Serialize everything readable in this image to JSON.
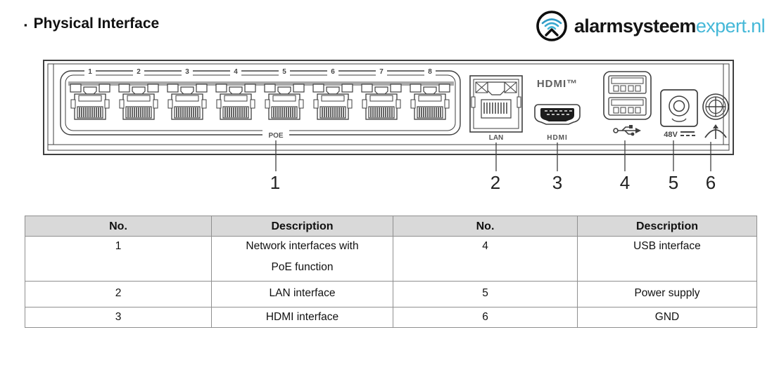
{
  "page": {
    "bullet": "▪",
    "title": "Physical Interface"
  },
  "logo": {
    "brand_bold": "alarmsysteem",
    "brand_light": "expert.nl",
    "accent_color": "#45b8d8",
    "icon": "wifi-waves-circle"
  },
  "diagram": {
    "port_numbers": [
      "1",
      "2",
      "3",
      "4",
      "5",
      "6",
      "7",
      "8"
    ],
    "poe_label": "POE",
    "lan_label": "LAN",
    "hdmi_logo": "HDMI™",
    "hdmi_label": "HDMI",
    "power_label": "48V",
    "icons": {
      "usb": "usb-trident-icon",
      "power": "dc-voltage-icon",
      "ground": "chassis-ground-icon"
    },
    "callouts": [
      "1",
      "2",
      "3",
      "4",
      "5",
      "6"
    ]
  },
  "table": {
    "headers": [
      "No.",
      "Description",
      "No.",
      "Description"
    ],
    "rows": [
      {
        "no_left": "1",
        "desc_left_line1": "Network interfaces with",
        "desc_left_line2": "PoE function",
        "no_right": "4",
        "desc_right": "USB interface"
      },
      {
        "no_left": "2",
        "desc_left": "LAN interface",
        "no_right": "5",
        "desc_right": "Power supply"
      },
      {
        "no_left": "3",
        "desc_left": "HDMI interface",
        "no_right": "6",
        "desc_right": "GND"
      }
    ]
  },
  "colors": {
    "line": "#3f3f3f",
    "table_header_bg": "#d9d9d9",
    "table_border": "#8f8f8f"
  }
}
